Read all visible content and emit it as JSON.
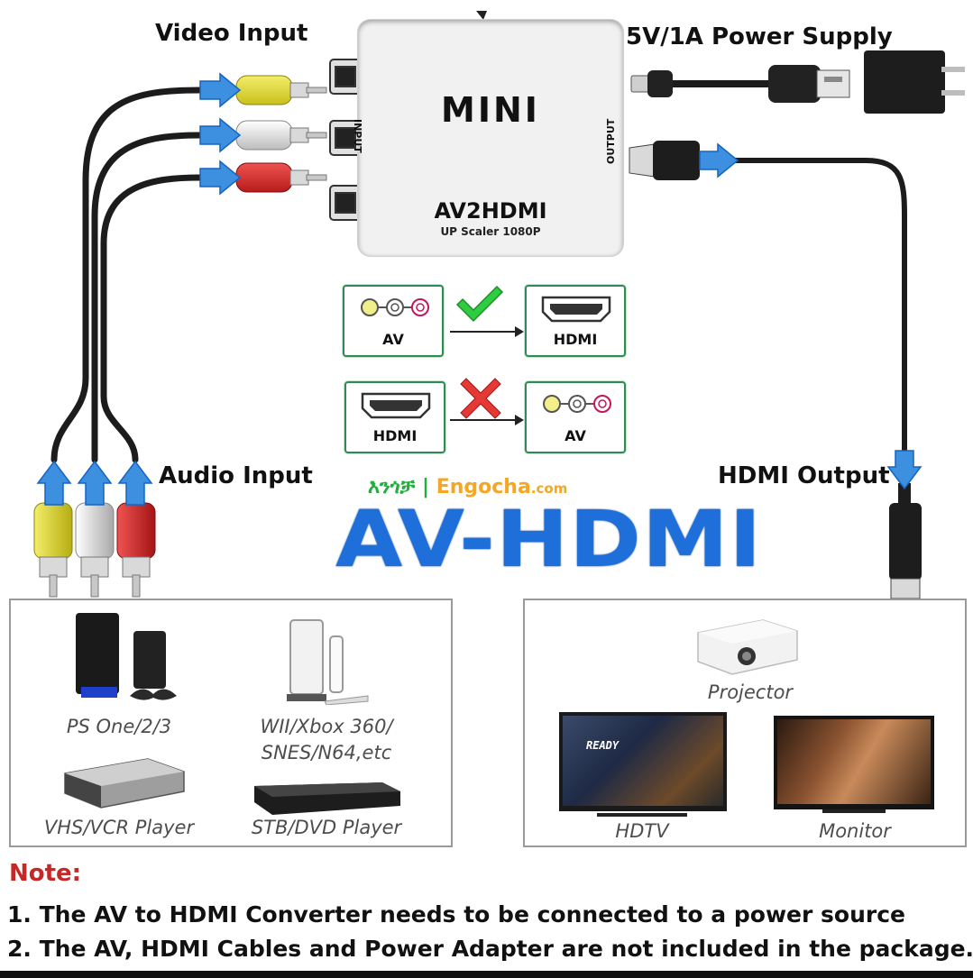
{
  "labels": {
    "video_input": "Video Input",
    "power_supply": "5V/1A Power Supply",
    "audio_input": "Audio Input",
    "hdmi_output": "HDMI Output"
  },
  "converter": {
    "brand": "MINI",
    "model": "AV2HDMI",
    "subtitle": "UP Scaler 1080P",
    "input_port": "INPUT",
    "output_port": "OUTPUT"
  },
  "compatibility": {
    "supported": {
      "from": "AV",
      "to": "HDMI",
      "icon": "check-icon"
    },
    "unsupported": {
      "from": "HDMI",
      "to": "AV",
      "icon": "cross-icon"
    }
  },
  "watermark": {
    "amharic": "እንጎቻ",
    "divider": "|",
    "site": "Engocha",
    "tld": ".com"
  },
  "main_title": "AV-HDMI",
  "input_devices": [
    {
      "label": "PS One/2/3",
      "icon": "game-console-icon"
    },
    {
      "label": "WII/Xbox 360/\nSNES/N64,etc",
      "line1": "WII/Xbox 360/",
      "line2": "SNES/N64,etc",
      "icon": "wii-console-icon"
    },
    {
      "label": "VHS/VCR Player",
      "icon": "vcr-player-icon"
    },
    {
      "label": "STB/DVD Player",
      "icon": "dvd-player-icon"
    }
  ],
  "output_devices": [
    {
      "label": "Projector",
      "icon": "projector-icon"
    },
    {
      "label": "HDTV",
      "icon": "tv-icon",
      "screen_text": "READY"
    },
    {
      "label": "Monitor",
      "icon": "monitor-icon"
    }
  ],
  "note": {
    "title": "Note:",
    "items": [
      "1. The AV to HDMI Converter needs to be connected to a power source",
      "2. The AV, HDMI Cables and Power Adapter are not included in the package."
    ]
  },
  "colors": {
    "arrow_blue": "#3d8fe0",
    "title_blue": "#1e6fd9",
    "note_red": "#c62828",
    "check_green": "#2ecc40",
    "cross_red": "#e53935",
    "plug_yellow": "#e8e03a",
    "plug_white": "#e6e6e6",
    "plug_red": "#d32f2f"
  }
}
